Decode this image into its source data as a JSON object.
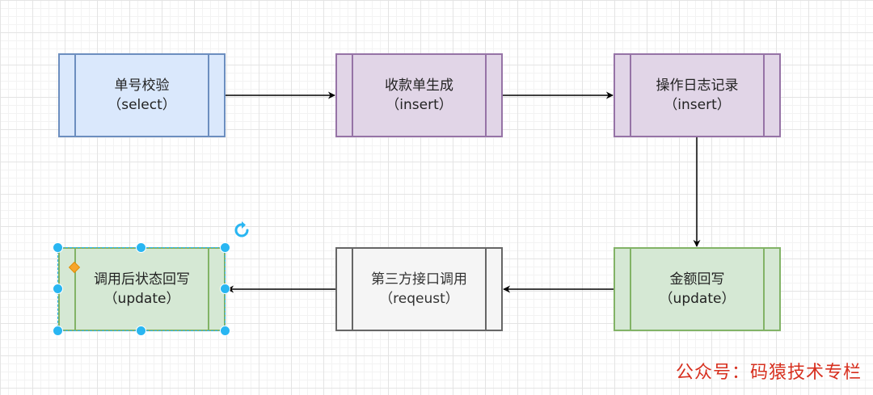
{
  "nodes": [
    {
      "id": "n1",
      "line1": "单号校验",
      "line2": "（select）"
    },
    {
      "id": "n2",
      "line1": "收款单生成",
      "line2": "（insert）"
    },
    {
      "id": "n3",
      "line1": "操作日志记录",
      "line2": "（insert）"
    },
    {
      "id": "n4",
      "line1": "金额回写",
      "line2": "（update）"
    },
    {
      "id": "n5",
      "line1": "第三方接口调用",
      "line2": "（reqeust）"
    },
    {
      "id": "n6",
      "line1": "调用后状态回写",
      "line2": "（update）"
    }
  ],
  "edges": [
    {
      "from": "单号校验",
      "to": "收款单生成"
    },
    {
      "from": "收款单生成",
      "to": "操作日志记录"
    },
    {
      "from": "操作日志记录",
      "to": "金额回写"
    },
    {
      "from": "金额回写",
      "to": "第三方接口调用"
    },
    {
      "from": "第三方接口调用",
      "to": "调用后状态回写"
    }
  ],
  "selected_node": "调用后状态回写",
  "colors": {
    "blue_fill": "#dae8fc",
    "blue_stroke": "#6c8ebf",
    "purple_fill": "#e1d5e7",
    "purple_stroke": "#9673a6",
    "green_fill": "#d5e8d4",
    "green_stroke": "#82b366",
    "gray_fill": "#f5f5f5",
    "gray_stroke": "#666666",
    "selection": "#29b6f2",
    "watermark": "#d7301f"
  },
  "watermark": "公众号：码猿技术专栏"
}
